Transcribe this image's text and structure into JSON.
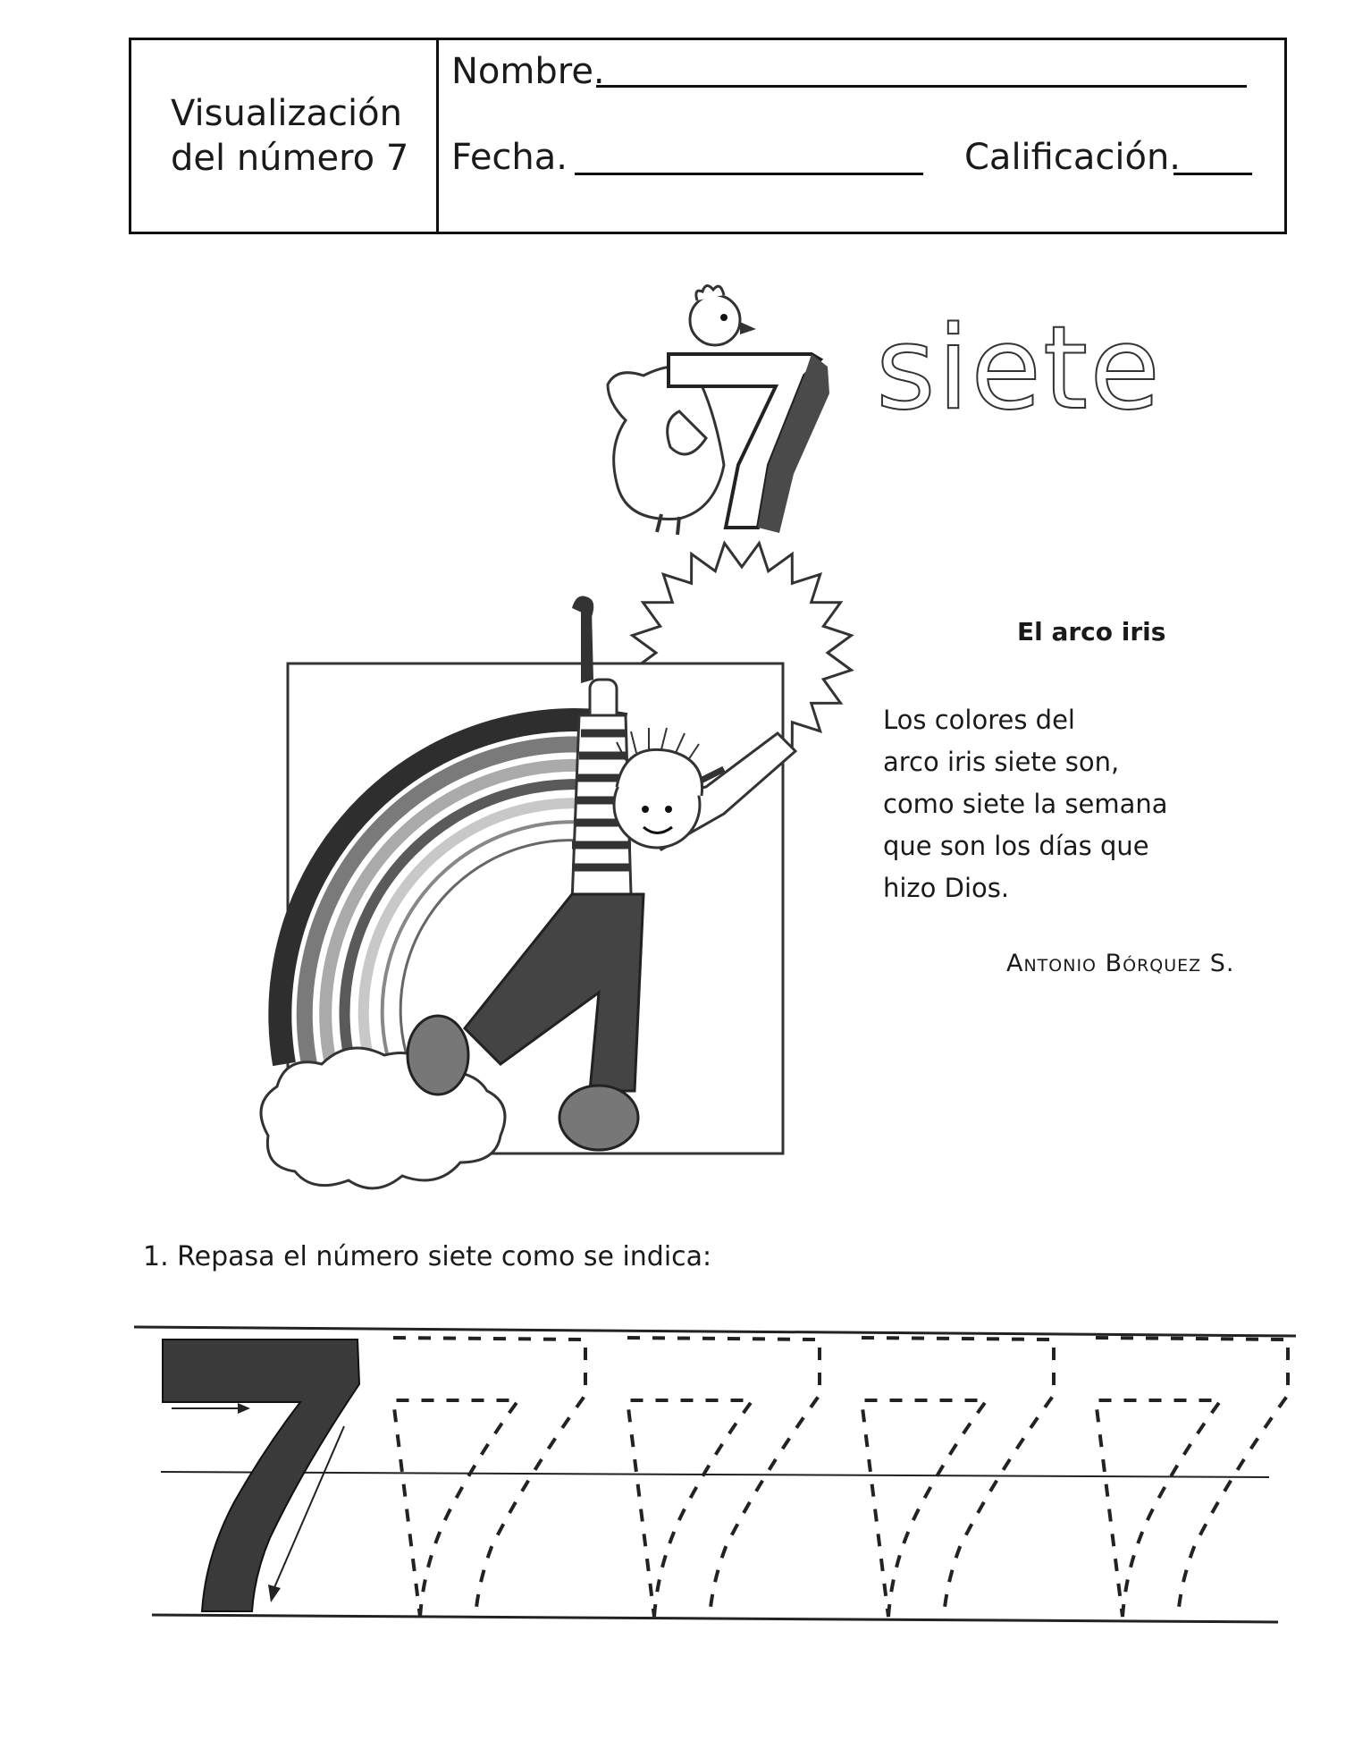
{
  "header": {
    "title_line1": "Visualización",
    "title_line2": "del número 7",
    "name_label": "Nombre.",
    "date_label": "Fecha.",
    "grade_label": "Calificación."
  },
  "word": "siete",
  "poem": {
    "title": "El arco iris",
    "lines": [
      "Los colores del",
      "arco iris siete son,",
      "como siete la semana",
      "que son los días que",
      "hizo Dios."
    ],
    "author": "Antonio Bórquez S."
  },
  "exercise": {
    "instruction": "1. Repasa el número siete como se indica:",
    "model_digit": "7",
    "traced_count": 4
  },
  "illustration": {
    "big_seven_label": "7"
  }
}
